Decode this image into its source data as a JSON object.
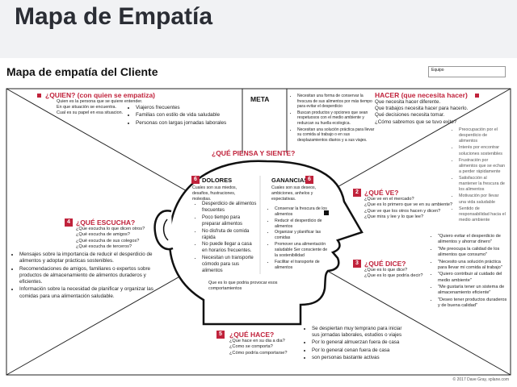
{
  "page_title": "Mapa de Empatía",
  "map_title": "Mapa de empatía del Cliente",
  "team_label": "Equipo",
  "quien": {
    "heading": "¿QUIEN? (con quien se empatiza)",
    "lines": [
      "Quien es la persona que se quiere entender.",
      "En que situación se encuentra.",
      "Cual es su papel en esa situacion."
    ],
    "items": [
      "Viajeros frecuentes",
      "Familias con estilo de vida saludable",
      "Personas con largas jornadas laborales"
    ]
  },
  "meta": {
    "heading": "META",
    "items": [
      "Necesitan una forma de conservar la frescura de sus alimentos por más tiempo para evitar el desperdicio",
      "Buscan productos y opciones que sean respetuosos con el medio ambiente y reduzcan su huella ecologica.",
      "Necesitan una solución práctica para llevar su comida al trabajo o en sus desplazamientos diarios y a sus viajes."
    ]
  },
  "hacer": {
    "heading": "HACER (que necesita hacer)",
    "lines": [
      "Que necesita hacer diferente.",
      "Que trabajos necesita hacer para hacerlo.",
      "Qué decisiones necesita tomar.",
      "¿Cómo sabremos que se tuvo exito?"
    ]
  },
  "piensa": {
    "heading": "¿QUÉ PIENSA Y SIENTE?",
    "footer": "Que es lo que podria provocar esos comportamientos"
  },
  "dolores": {
    "num": "6",
    "heading": "DOLORES",
    "lines": [
      "Cuales son sus miedos,",
      "desafios, frustraciones,",
      "molestias."
    ],
    "items": [
      "Desperdicio de alimentos frecuentes",
      "Poco tiempo para preparar alimentos",
      "No disfruta de comida rápida",
      "No puede llegar a casa en horarios frecuentes.",
      "Necesitan un transporte cómodo para sus alimentos"
    ]
  },
  "ganancias": {
    "num": "6",
    "heading": "GANANCIAS",
    "lines": [
      "Cuales son sus deseos,",
      "ambiciones, anhelos y",
      "expectativas."
    ],
    "items": [
      "Conservar la frescura de los alimentos",
      "Reducir el desperdicio de alimentos",
      "Organizar y planificar las comidas",
      "Promover una alimentación saludable  Ser consciente de la sostenibilidad",
      "Facilitar el transporte de alimentos"
    ]
  },
  "escucha": {
    "num": "4",
    "heading": "¿QUÉ ESCUCHA?",
    "lines": [
      "¿Que escucha lo que dicen otros?",
      "¿Qué escucha de amigos?",
      "¿Qué escucha de sus colegos?",
      "¿Qué escucha de terceros?"
    ],
    "items": [
      "Mensajes sobre la importancia de reducir el desperdicio de alimentos y adoptar prácticas sostenibles.",
      "Recomendaciones de amigos, familiares o expertos sobre productos de almacenamiento de alimentos duraderos y eficientes.",
      "Información sobre la necesidad de planificar y organizar las comidas para una alimentación saludable."
    ]
  },
  "ve": {
    "num": "2",
    "heading": "¿QUÉ VE?",
    "lines": [
      "¿Que ve en el mercado?",
      "¿Que es lo primero que ve en su ambiente?",
      "¿Que ve que los otros hacen y dicen?",
      "¿Que mira y lee y lo que lee?"
    ],
    "items": [
      "Preocupación por el desperdicio de alimentos",
      "Interés por encontrar soluciones sostenibles",
      "Frustración por alimentos que se echan a perder rápidamente",
      "Satisfacción al mantener la frescura de los alimentos",
      "Motivación por llevar una vida saludable",
      "Sentido de responsabilidad hacia el medio ambiente"
    ]
  },
  "dice": {
    "num": "3",
    "heading": "¿QUÉ DICE?",
    "lines": [
      "¿Que es lo que dice?",
      "¿Que es lo que podría decir?"
    ],
    "items": [
      "\"Quiero evitar el desperdicio de alimentos y ahorrar dinero\"",
      "\"Me preocupa la calidad de los alimentos que consumo\"",
      "\"Necesito una solución práctica para llevar mi comida al trabajo\"",
      "\"Quiero contribuir al cuidado del medio ambiente\"",
      "\"Me gustaría tener un sistema de almacenamiento eficiente\"",
      "\"Deseo tener productos duraderos y de buena calidad\""
    ]
  },
  "hace": {
    "num": "5",
    "heading": "¿QUÉ HACE?",
    "lines": [
      "¿Que hace en su dia a dia?",
      "¿Como se comporta?",
      "¿Cómo podría comportarse?"
    ],
    "items": [
      "Se despiertan muy temprano para iniciar sus jornadas laborales, estudios o viajes",
      "Por lo general almuerzan fuera de casa",
      "Por lo general cenan fuera de casa",
      "son personas bastante activas"
    ]
  },
  "copyright": "© 2017 Dave Gray, xplane.com"
}
